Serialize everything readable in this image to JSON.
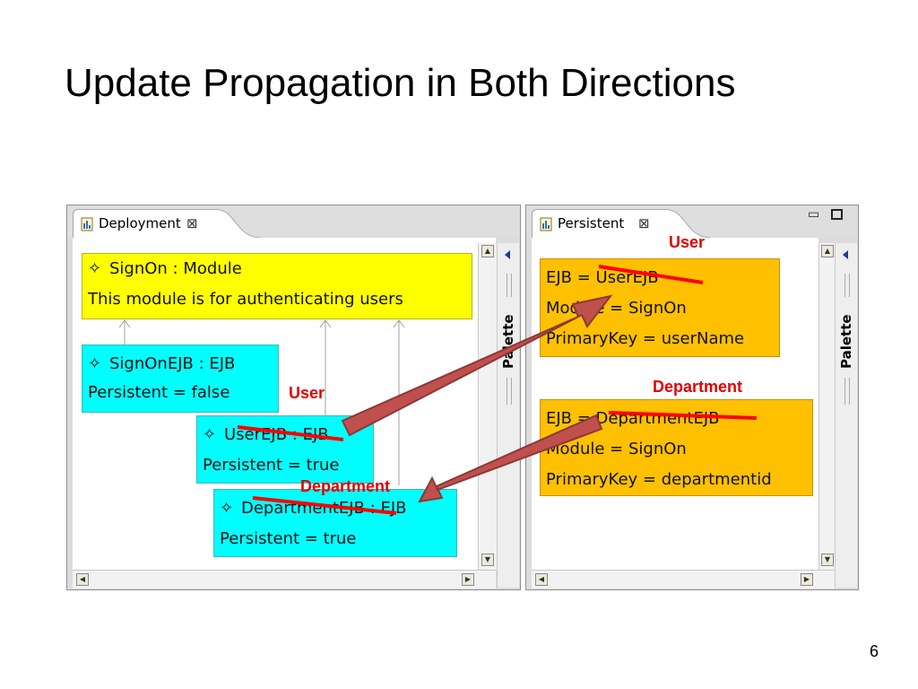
{
  "slide": {
    "title": "Update Propagation in Both Directions",
    "page_number": "6"
  },
  "deployment_panel": {
    "tab_label": "Deployment",
    "tab_icon": "diagram-file-icon",
    "close_icon": "close-icon",
    "palette_label": "Palette",
    "nodes": {
      "signon_module": {
        "title": "SignOn : Module",
        "body": "This module is for authenticating users"
      },
      "signon_ejb": {
        "title": "SignOnEJB : EJB",
        "body": "Persistent = false"
      },
      "user_ejb": {
        "title": "UserEJB : EJB",
        "body": "Persistent = true"
      },
      "department_ejb": {
        "title": "DepartmentEJB : EJB",
        "body": "Persistent = true"
      }
    }
  },
  "persistent_panel": {
    "tab_label": "Persistent",
    "tab_icon": "diagram-file-icon",
    "close_icon": "close-icon",
    "minimize_icon": "minimize-icon",
    "maximize_icon": "maximize-icon",
    "palette_label": "Palette",
    "nodes": {
      "user_entity": {
        "ejb": "EJB = UserEJB",
        "module": "Module = SignOn",
        "key": "PrimaryKey = userName"
      },
      "department_entity": {
        "ejb": "EJB = DepartmentEJB",
        "module": "Module = SignOn",
        "key": "PrimaryKey = departmentid"
      }
    }
  },
  "annotations": {
    "user_left": "User",
    "department_left": "Department",
    "user_right": "User",
    "department_right": "Department",
    "strike_color": "#ff0000",
    "label_color": "#e00000",
    "arrow_fill": "#c0504d",
    "arrow_stroke": "#8c3836"
  },
  "colors": {
    "module_node": "#ffff00",
    "ejb_node": "#00ffff",
    "entity_node": "#ffc000"
  }
}
